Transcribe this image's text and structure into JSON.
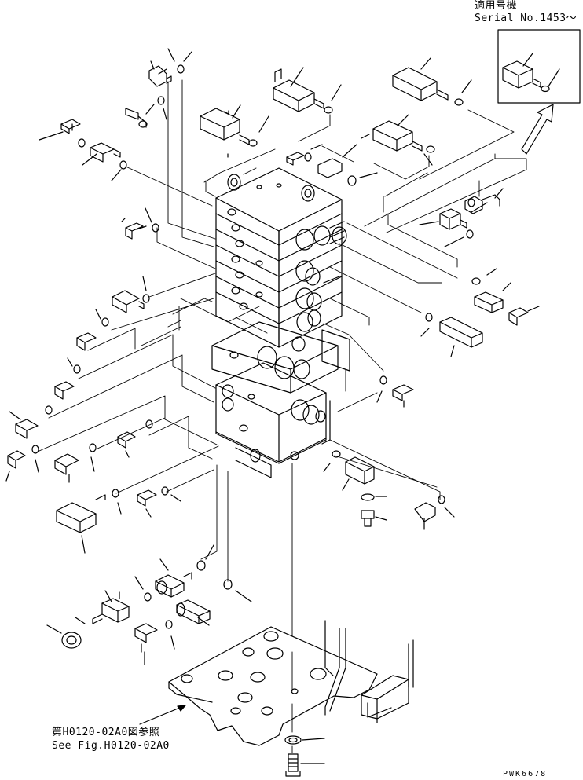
{
  "inset": {
    "title": "適用号機",
    "serial": "Serial No.1453～"
  },
  "reference": {
    "japanese": "第H0120-02A0図参照",
    "english": "See Fig.H0120-02A0"
  },
  "drawing_number": "PWK6678",
  "colors": {
    "line": "#000000",
    "background": "#ffffff"
  }
}
